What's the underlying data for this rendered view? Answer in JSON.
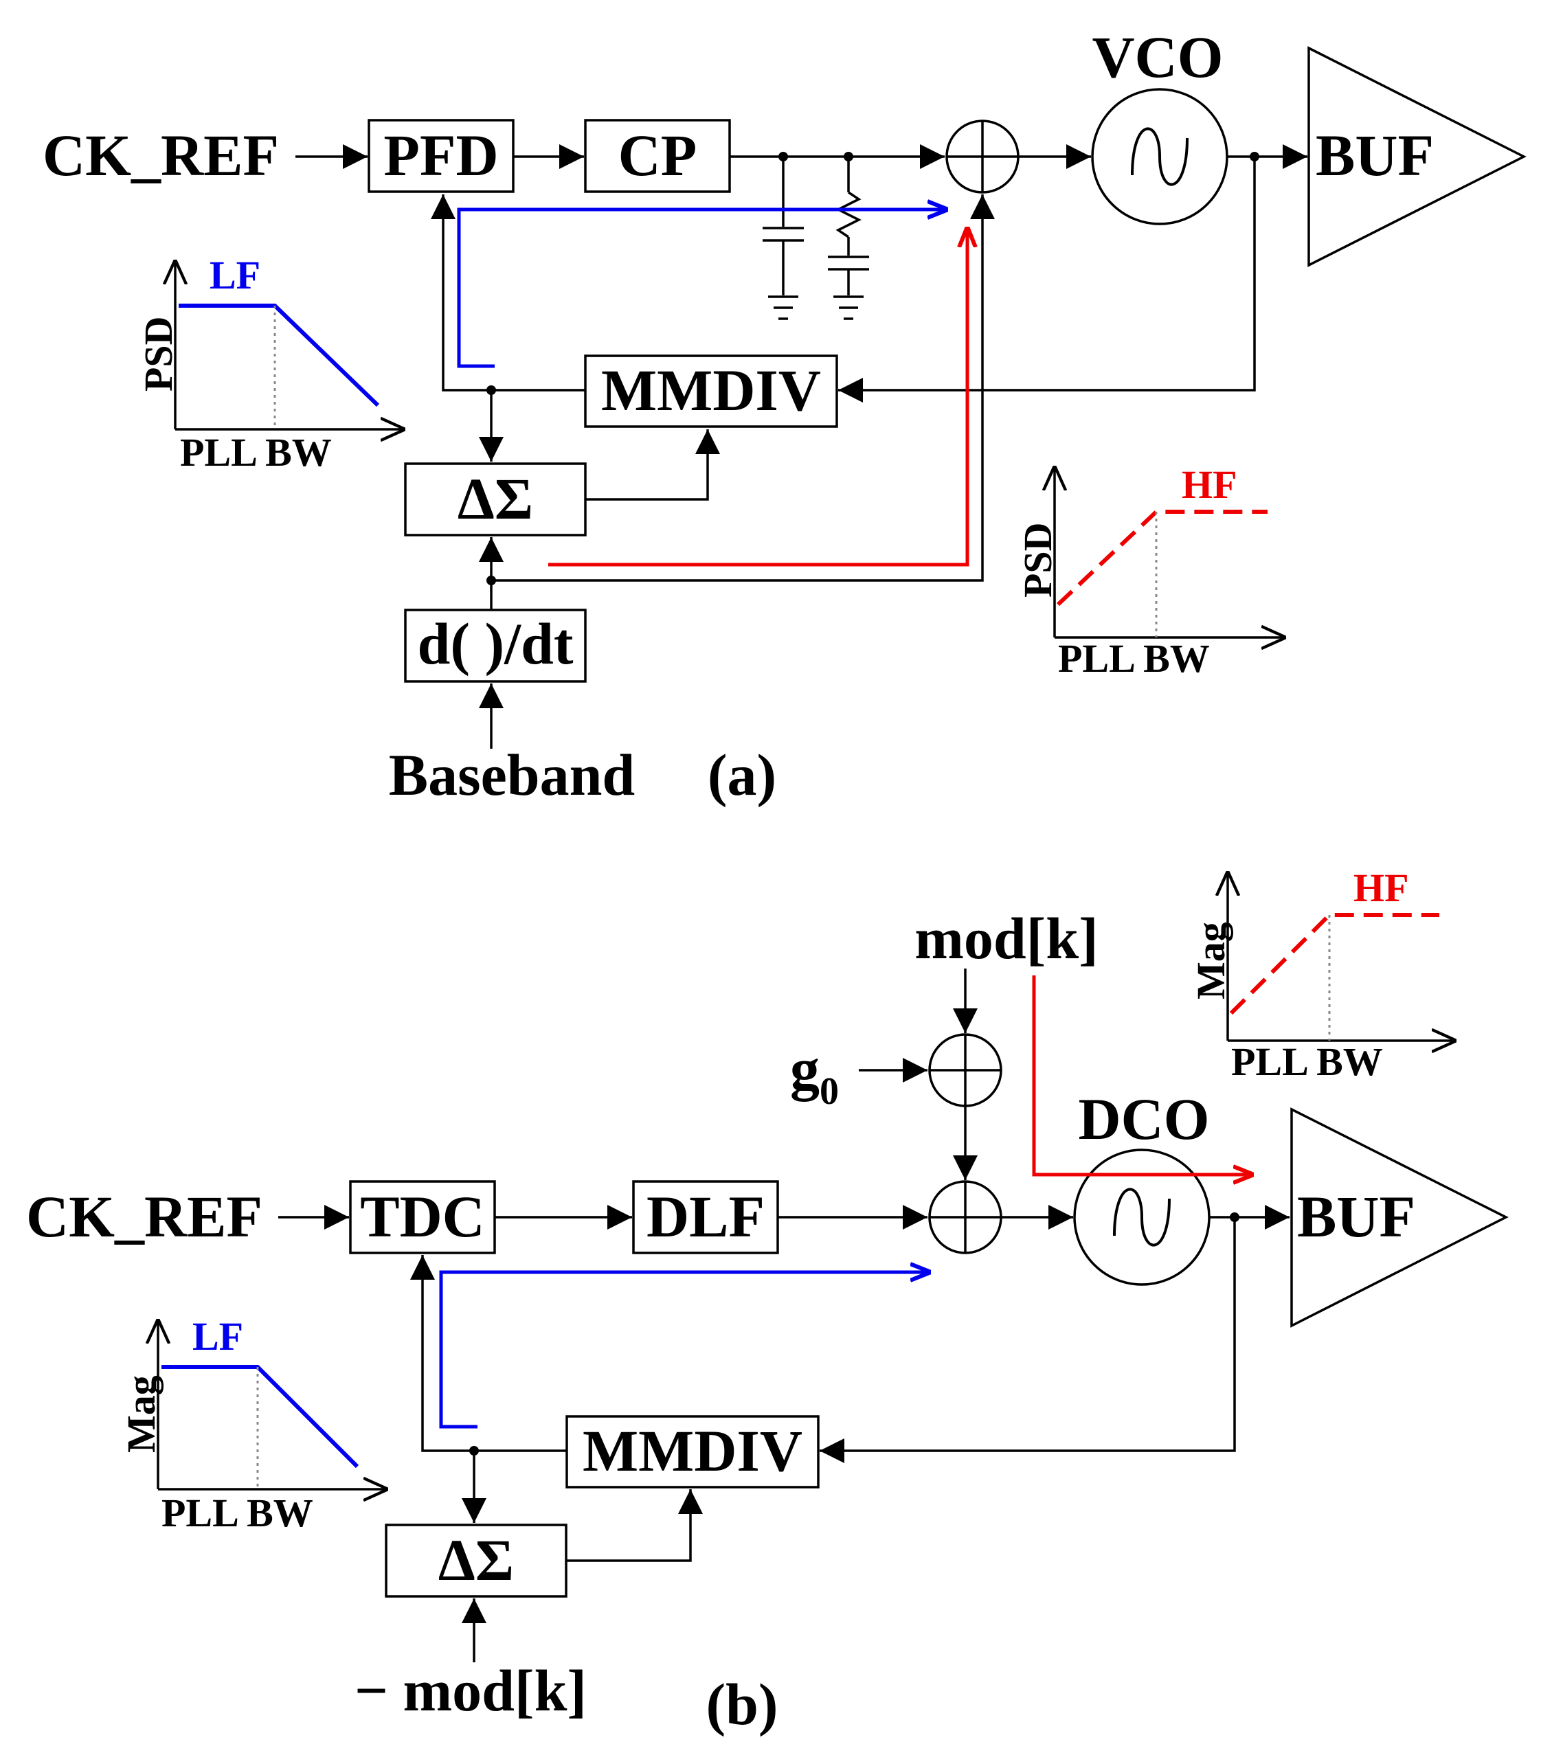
{
  "panel_a": {
    "caption": "(a)",
    "input_label": "CK_REF",
    "pfd_label": "PFD",
    "cp_label": "CP",
    "vco_label": "VCO",
    "buf_label": "BUF",
    "mmdiv_label": "MMDIV",
    "delta_sigma_label": "ΔΣ",
    "derivative_label": "d( )/dt",
    "baseband_label": "Baseband",
    "lf_plot": {
      "ylabel": "PSD",
      "xlabel": "PLL BW",
      "label": "LF"
    },
    "hf_plot": {
      "ylabel": "PSD",
      "xlabel": "PLL BW",
      "label": "HF"
    }
  },
  "panel_b": {
    "caption": "(b)",
    "input_label": "CK_REF",
    "tdc_label": "TDC",
    "dlf_label": "DLF",
    "dco_label": "DCO",
    "buf_label": "BUF",
    "mmdiv_label": "MMDIV",
    "delta_sigma_label": "ΔΣ",
    "mod_label": "mod[k]",
    "neg_mod_label": "− mod[k]",
    "g0_base": "g",
    "g0_sub": "0",
    "lf_plot": {
      "ylabel": "Mag",
      "xlabel": "PLL BW",
      "label": "LF"
    },
    "hf_plot": {
      "ylabel": "Mag",
      "xlabel": "PLL BW",
      "label": "HF"
    }
  },
  "colors": {
    "low_freq_path": "#0000ee",
    "high_freq_path": "#ee0000"
  }
}
